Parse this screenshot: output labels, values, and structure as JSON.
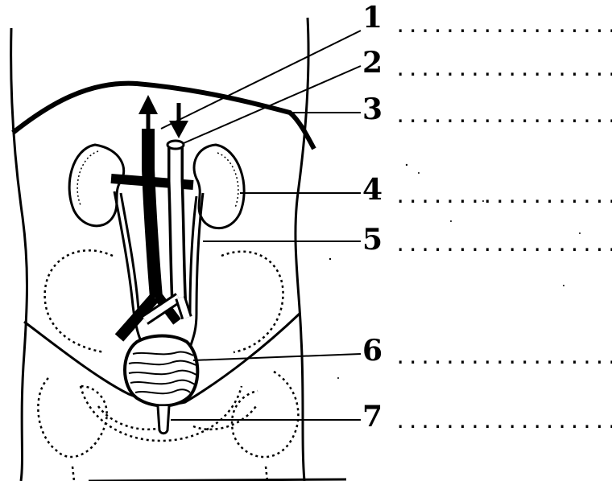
{
  "labels": [
    {
      "number": "1",
      "answer": "........................................"
    },
    {
      "number": "2",
      "answer": "........................................"
    },
    {
      "number": "3",
      "answer": "........................................"
    },
    {
      "number": "4",
      "answer": "........................................"
    },
    {
      "number": "5",
      "answer": "........................................"
    },
    {
      "number": "6",
      "answer": "........................................"
    },
    {
      "number": "7",
      "answer": "........................................"
    }
  ],
  "colors": {
    "ink": "#000000",
    "paper": "#ffffff"
  },
  "icons": [
    "up-arrow-icon",
    "down-arrow-icon"
  ]
}
